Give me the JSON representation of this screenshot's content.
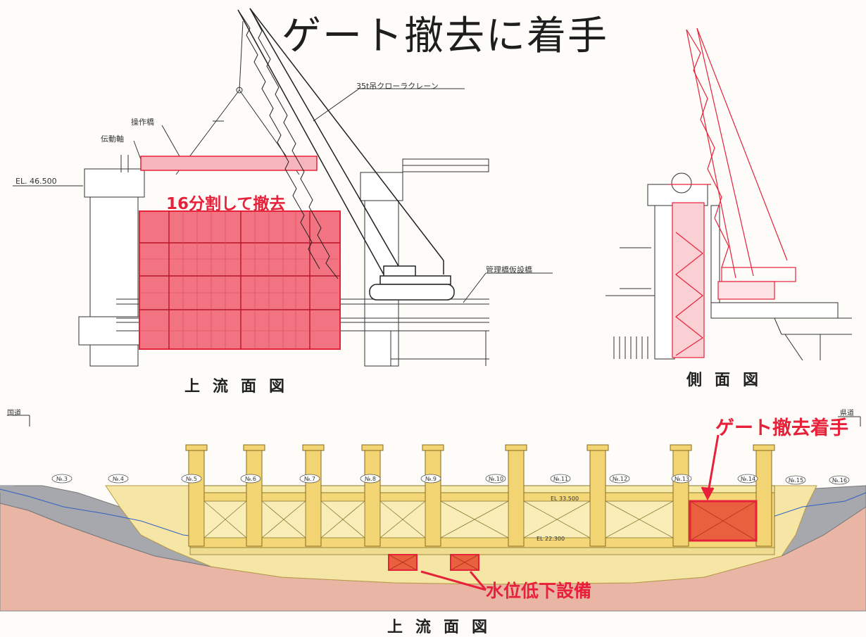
{
  "title": "ゲート撤去に着手",
  "upstream_view": {
    "caption": "上流面図",
    "crane_label": "35t吊クローラクレーン",
    "operation_bridge_label": "操作橋",
    "drive_shaft_label": "伝動軸",
    "elevation_label": "EL. 46.500",
    "removal_label": "16分割して撤去",
    "temp_bridge_label": "管理橋仮設橋"
  },
  "side_view": {
    "caption": "側面図"
  },
  "plan_view": {
    "caption": "上流面図",
    "left_road": "国道",
    "right_road": "県道",
    "gate_removal_label": "ゲート撤去着手",
    "water_lowering_label": "水位低下設備",
    "el_upper": "EL 33.500",
    "el_lower": "EL 22.300",
    "pier_labels": [
      "№.3",
      "№.4",
      "№.5",
      "№.6",
      "№.7",
      "№.8",
      "№.9",
      "№.10",
      "№.11",
      "№.12",
      "№.13",
      "№.14",
      "№.15",
      "№.16"
    ]
  },
  "colors": {
    "highlight_red": "#e8213a",
    "gate_fill": "#f06070",
    "sand": "#f6e6a6",
    "pier": "#f2dc80",
    "soil": "#e9b6a5",
    "rock": "#a7a8ad"
  }
}
